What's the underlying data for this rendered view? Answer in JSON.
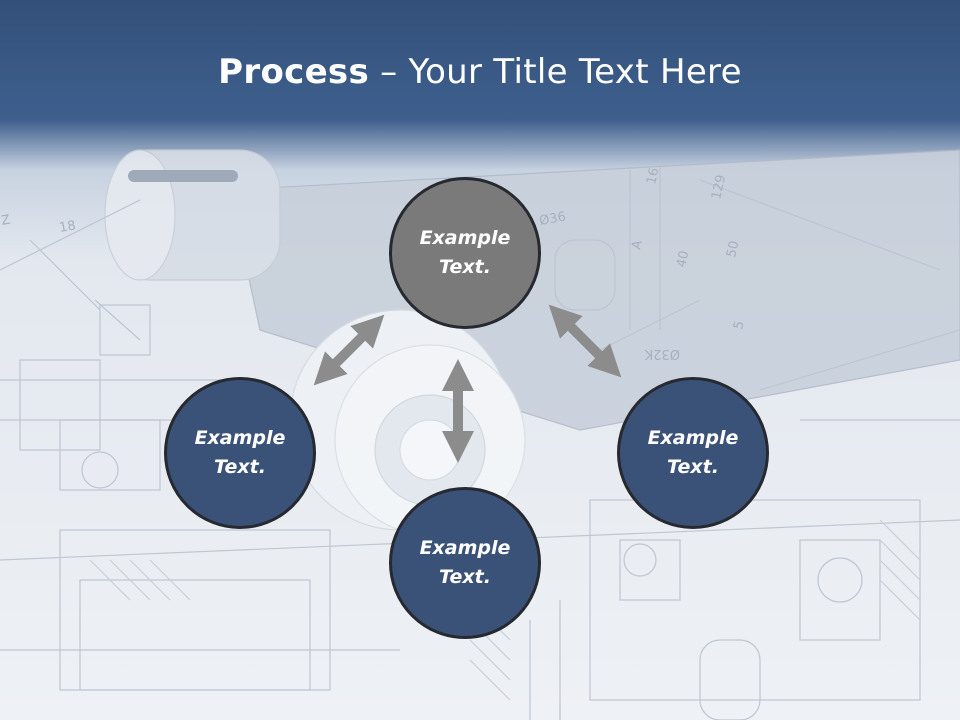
{
  "slide": {
    "title_bold": "Process",
    "title_rest": " – Your Title Text Here"
  },
  "nodes": [
    {
      "label": "Example Text.",
      "fill": "#7a7a7a"
    },
    {
      "label": "Example Text.",
      "fill": "#3b5278"
    },
    {
      "label": "Example Text.",
      "fill": "#3b5278"
    },
    {
      "label": "Example Text.",
      "fill": "#3b5278"
    }
  ],
  "background_labels": [
    "18",
    "Z",
    "16",
    "129",
    "50",
    "40",
    "5",
    "A",
    "Ø36",
    "Ø32K"
  ],
  "colors": {
    "header": "#3e5f8d",
    "node_dark": "#3b5278",
    "node_grey": "#7a7a7a",
    "arrow": "#8c8c8c"
  }
}
